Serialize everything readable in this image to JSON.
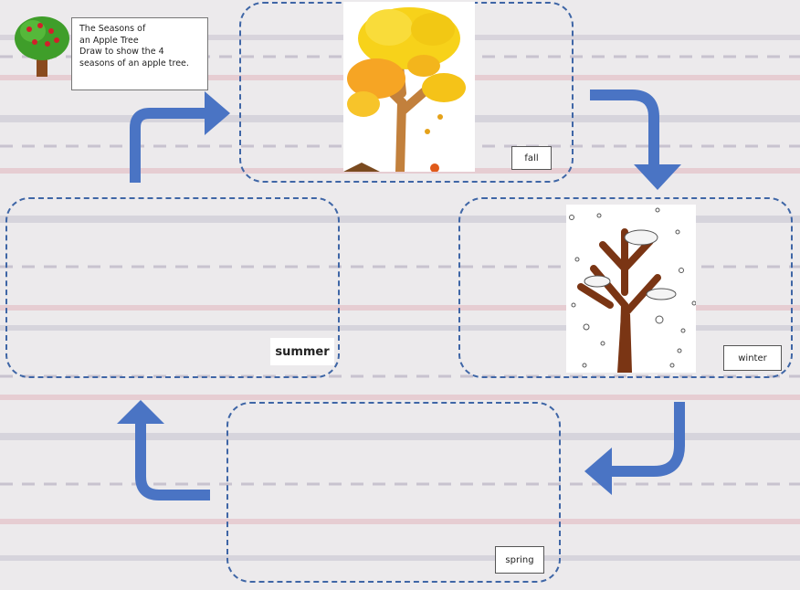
{
  "instructions": {
    "line1": "The Seasons of",
    "line2": "an Apple Tree",
    "line3": "Draw to show the 4",
    "line4": "seasons of an apple tree."
  },
  "seasons": {
    "fall": "fall",
    "winter": "winter",
    "spring": "spring",
    "summer": "summer"
  },
  "colors": {
    "accent": "#4a74c4",
    "box_border": "#3f66a6",
    "fall_leaves": "#f5c518",
    "trunk": "#b87333"
  },
  "icons": {
    "logo": "apple-tree-icon",
    "fall_picture": "fall-tree-icon",
    "winter_picture": "winter-tree-icon"
  }
}
